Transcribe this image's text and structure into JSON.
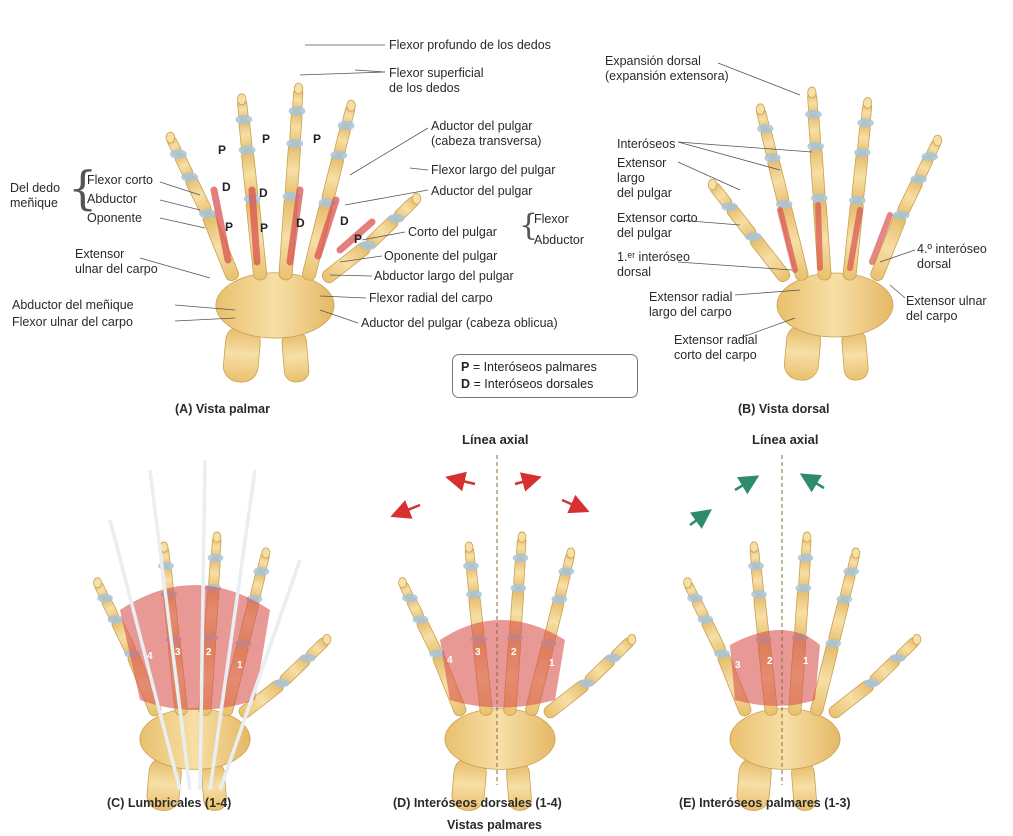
{
  "palmar_labels": {
    "flexor_profundo": "Flexor profundo de los dedos",
    "flexor_superficial": "Flexor superficial\nde los dedos",
    "aductor_transversa": "Aductor del pulgar\n(cabeza transversa)",
    "flexor_largo_pulgar": "Flexor largo del pulgar",
    "aductor_pulgar": "Aductor del pulgar",
    "corto_pulgar": "Corto del pulgar",
    "corto_flexor": "Flexor",
    "corto_abductor": "Abductor",
    "oponente_pulgar": "Oponente del pulgar",
    "abductor_largo": "Abductor largo del pulgar",
    "flexor_radial": "Flexor radial del carpo",
    "aductor_oblicua": "Aductor del pulgar (cabeza oblicua)",
    "del_dedo_menique": "Del dedo\nmeñique",
    "flexor_corto": "Flexor corto",
    "abductor": "Abductor",
    "oponente": "Oponente",
    "extensor_ulnar": "Extensor\nulnar del carpo",
    "abductor_menique": "Abductor del meñique",
    "flexor_ulnar": "Flexor ulnar del carpo"
  },
  "dorsal_labels": {
    "expansion_dorsal": "Expansión dorsal\n(expansión extensora)",
    "interoseos": "Interóseos",
    "extensor_largo": "Extensor\nlargo\ndel pulgar",
    "extensor_corto": "Extensor corto\ndel pulgar",
    "primer_interoseo": "1.ᵉʳ interóseo\ndorsal",
    "cuarto_interoseo": "4.º interóseo\ndorsal",
    "extensor_ulnar": "Extensor ulnar\ndel carpo",
    "extensor_radial_largo": "Extensor radial\nlargo del carpo",
    "extensor_radial_corto": "Extensor radial\ncorto del carpo"
  },
  "markers": {
    "p": "P",
    "d": "D"
  },
  "legend": {
    "p_key": "P",
    "p_text": " = Interóseos palmares",
    "d_key": "D",
    "d_text": " = Interóseos dorsales"
  },
  "captions": {
    "a": "(A) Vista palmar",
    "b": "(B) Vista dorsal",
    "c": "(C) Lumbricales (1-4)",
    "d": "(D) Interóseos dorsales (1-4)",
    "e": "(E) Interóseos palmares (1-3)",
    "bottom": "Vistas palmares"
  },
  "axial": {
    "d": "Línea axial",
    "e": "Línea axial"
  },
  "muscle_numbers": {
    "c": [
      "4",
      "3",
      "2",
      "1"
    ],
    "d": [
      "4",
      "3",
      "2",
      "1"
    ],
    "e": [
      "3",
      "2",
      "1"
    ]
  },
  "colors": {
    "bone": "#f2d08a",
    "bone_edge": "#c9a050",
    "joint": "#a8c4d8",
    "muscle": "#d9534f",
    "tendon": "#e8eef2",
    "abduction_arrow": "#d63031",
    "adduction_arrow": "#2e8b6e"
  }
}
